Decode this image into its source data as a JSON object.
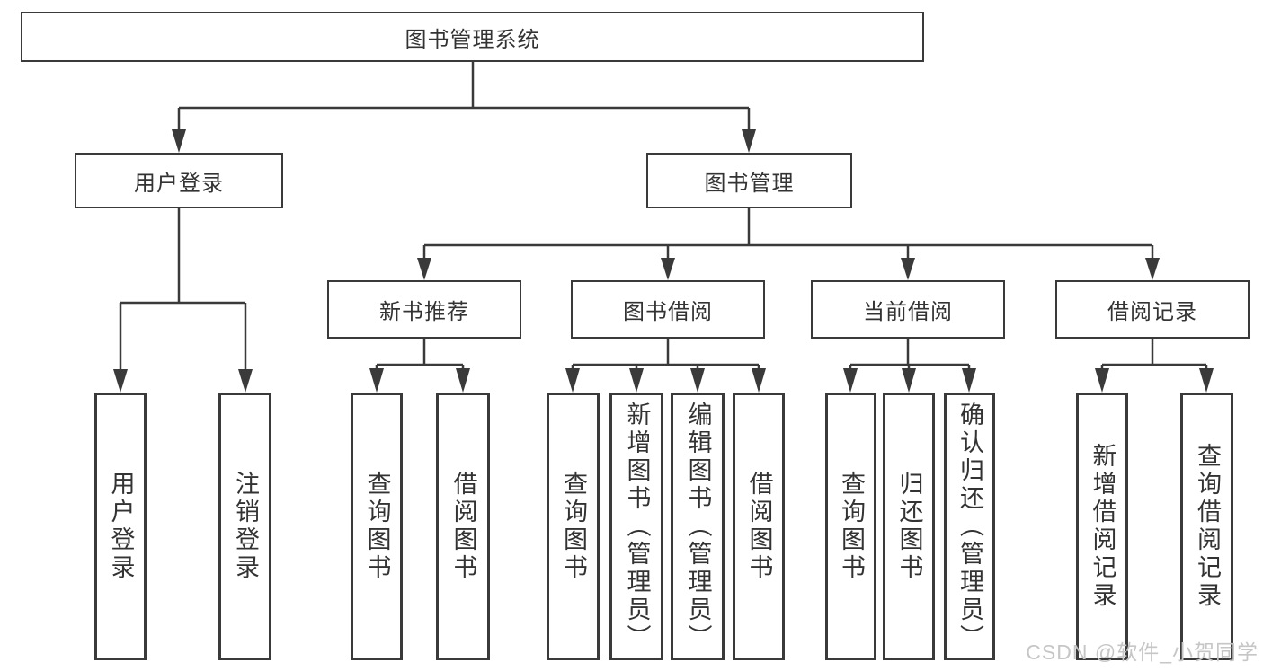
{
  "colors": {
    "line": "#3a3a3a",
    "text": "#333333",
    "box_background": "#ffffff",
    "watermark": "#c6c6c6"
  },
  "tree": {
    "root": {
      "label": "图书管理系统",
      "children": [
        {
          "label": "用户登录",
          "children": [
            {
              "label": "用户登录"
            },
            {
              "label": "注销登录"
            }
          ]
        },
        {
          "label": "图书管理",
          "children": [
            {
              "label": "新书推荐",
              "children": [
                {
                  "label": "查询图书"
                },
                {
                  "label": "借阅图书"
                }
              ]
            },
            {
              "label": "图书借阅",
              "children": [
                {
                  "label": "查询图书"
                },
                {
                  "label": "新增图书（管理员）"
                },
                {
                  "label": "编辑图书（管理员）"
                },
                {
                  "label": "借阅图书"
                }
              ]
            },
            {
              "label": "当前借阅",
              "children": [
                {
                  "label": "查询图书"
                },
                {
                  "label": "归还图书"
                },
                {
                  "label": "确认归还（管理员）"
                }
              ]
            },
            {
              "label": "借阅记录",
              "children": [
                {
                  "label": "新增借阅记录"
                },
                {
                  "label": "查询借阅记录"
                }
              ]
            }
          ]
        }
      ]
    }
  },
  "watermark": "CSDN @软件_小贺同学"
}
